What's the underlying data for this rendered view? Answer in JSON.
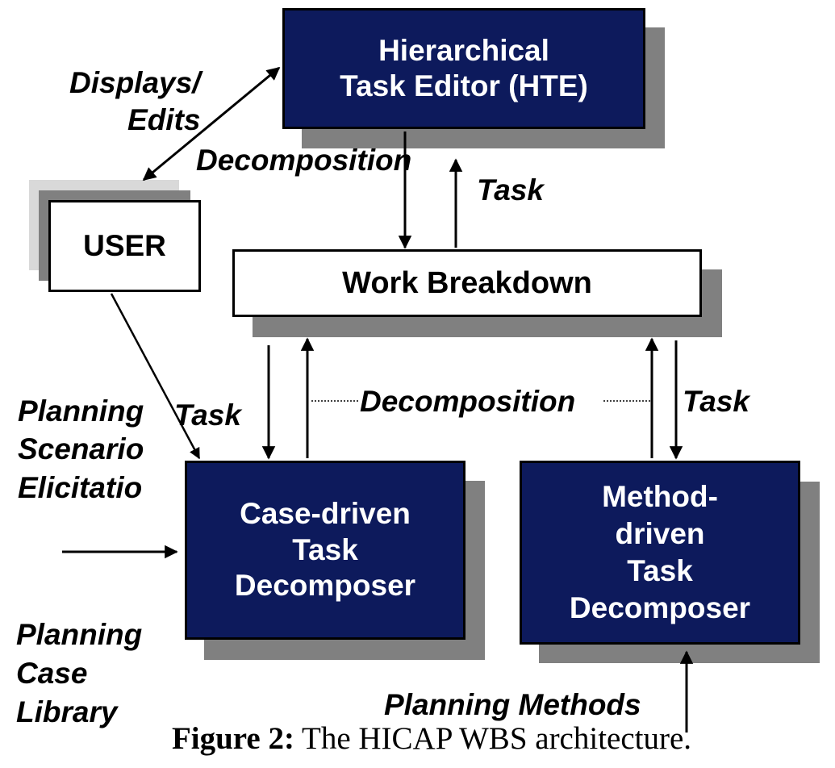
{
  "nodes": {
    "hte": {
      "lines": [
        "Hierarchical",
        "Task Editor (HTE)"
      ]
    },
    "user": {
      "lines": [
        "USER"
      ]
    },
    "work_breakdown": {
      "lines": [
        "Work Breakdown"
      ]
    },
    "case_driven": {
      "lines": [
        "Case-driven",
        "Task",
        "Decomposer"
      ]
    },
    "method_driven": {
      "lines": [
        "Method-",
        "driven",
        "Task",
        "Decomposer"
      ]
    }
  },
  "labels": {
    "displays_edits": [
      "Displays/",
      "Edits"
    ],
    "decomposition_top": "Decomposition",
    "task_top": "Task",
    "task_left": "Task",
    "decomposition_mid": "Decomposition",
    "task_right": "Task",
    "planning_scenario": [
      "Planning",
      "Scenario",
      "Elicitatio"
    ],
    "planning_case_library": [
      "Planning",
      "Case",
      "Library"
    ],
    "planning_methods": "Planning Methods"
  },
  "caption": {
    "prefix": "Figure 2:",
    "text": " The HICAP WBS architecture."
  }
}
